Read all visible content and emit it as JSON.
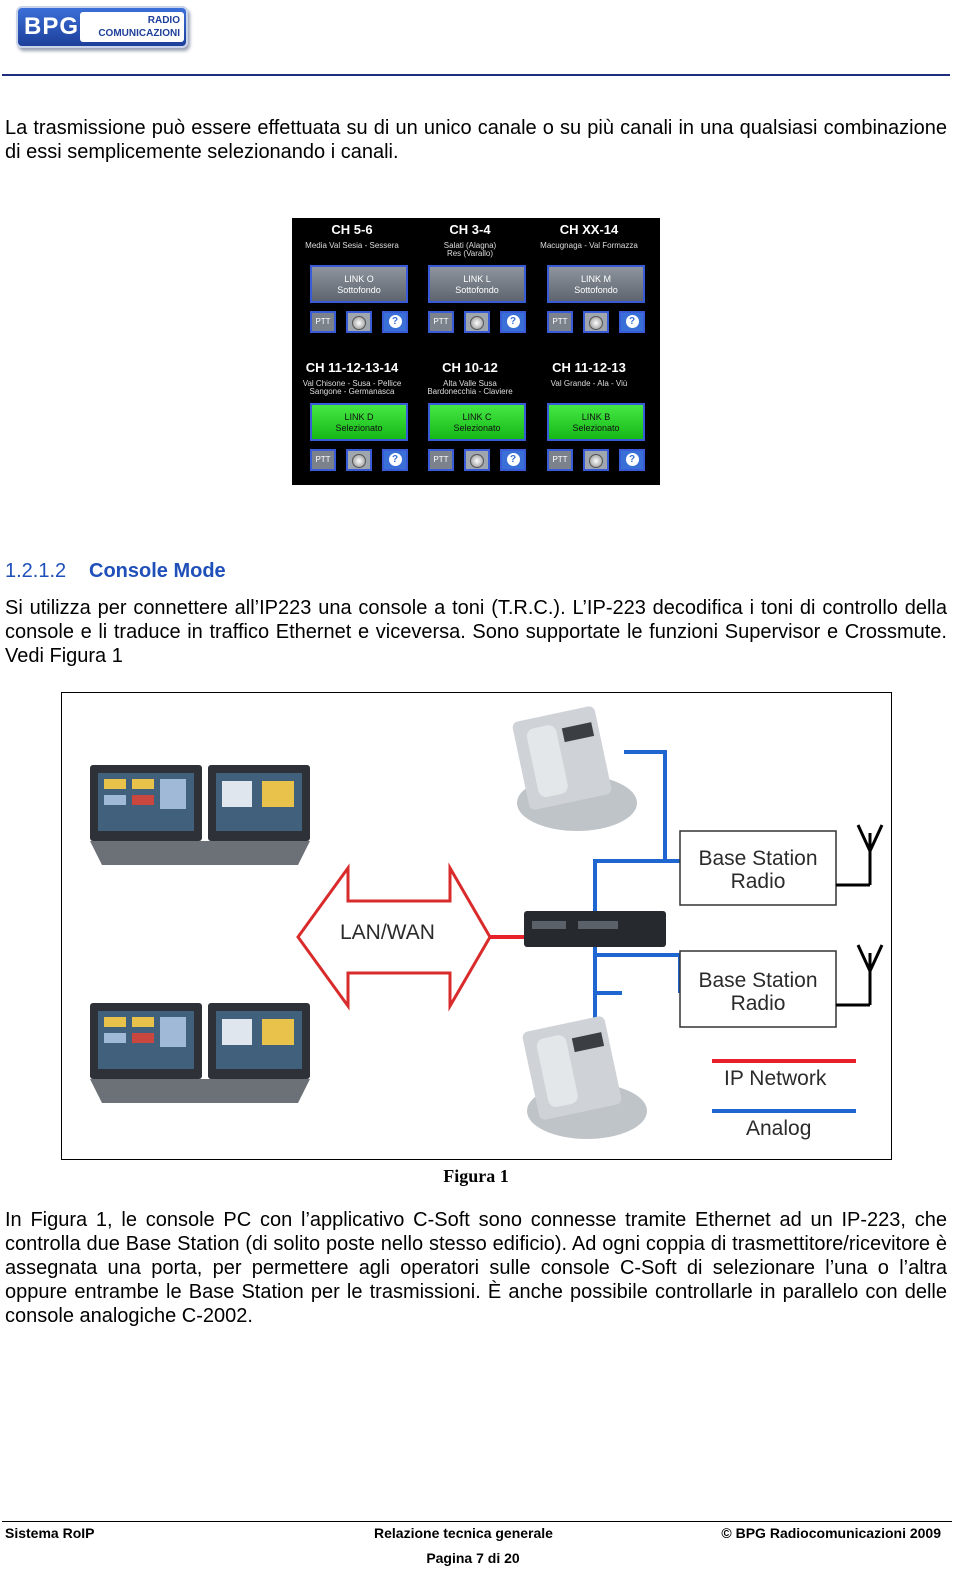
{
  "header": {
    "logo_main": "BPG",
    "logo_line1": "RADIO",
    "logo_line2": "COMUNICAZIONI"
  },
  "intro_text": "La trasmissione può essere effettuata su di un unico canale o su più canali in una qualsiasi combinazione di essi semplicemente selezionando i canali.",
  "channel_panel": {
    "cells": [
      {
        "channel": "CH 5-6",
        "area_1": "Media Val Sesia - Sessera",
        "area_2": "",
        "link": "LINK O",
        "status": "Sottofondo",
        "selected": false,
        "button": "PTT"
      },
      {
        "channel": "CH 3-4",
        "area_1": "Salati (Alagna)",
        "area_2": "Res (Varallo)",
        "link": "LINK L",
        "status": "Sottofondo",
        "selected": false,
        "button": "PTT"
      },
      {
        "channel": "CH XX-14",
        "area_1": "Macugnaga - Val Formazza",
        "area_2": "",
        "link": "LINK M",
        "status": "Sottofondo",
        "selected": false,
        "button": "PTT"
      },
      {
        "channel": "CH 11-12-13-14",
        "area_1": "Val Chisone - Susa - Pellice",
        "area_2": "Sangone - Germanasca",
        "link": "LINK D",
        "status": "Selezionato",
        "selected": true,
        "button": "PTT"
      },
      {
        "channel": "CH 10-12",
        "area_1": "Alta Valle Susa",
        "area_2": "Bardonecchia - Claviere",
        "link": "LINK C",
        "status": "Selezionato",
        "selected": true,
        "button": "PTT"
      },
      {
        "channel": "CH 11-12-13",
        "area_1": "Val Grande - Ala - Viù",
        "area_2": "",
        "link": "LINK B",
        "status": "Selezionato",
        "selected": true,
        "button": "PTT"
      }
    ]
  },
  "section": {
    "number": "1.2.1.2",
    "title": "Console Mode"
  },
  "section_text": "Si utilizza per connettere all’IP223 una console a toni (T.R.C.). L’IP-223 decodifica i toni di controllo della console e li traduce in traffico Ethernet e viceversa. Sono supportate le funzioni Supervisor e Crossmute. Vedi Figura 1",
  "figure": {
    "lan_label": "LAN/WAN",
    "base_station_1": [
      "Base Station",
      "Radio"
    ],
    "base_station_2": [
      "Base Station",
      "Radio"
    ],
    "legend_ip": "IP Network",
    "legend_analog": "Analog",
    "colors": {
      "ip": "#e8202a",
      "analog": "#1f66d1"
    },
    "caption": "Figura 1"
  },
  "body_text_1": "In Figura 1, le console PC con l’applicativo C-Soft sono connesse tramite Ethernet ad un IP-223, che controlla due Base Station (di solito poste nello stesso edificio). Ad ogni coppia di trasmettitore/ricevitore è assegnata una porta, per permettere agli operatori sulle console C-Soft di selezionare l’una o l’altra oppure entrambe le Base Station per le trasmissioni.",
  "body_text_2": "È anche possibile controllarle in parallelo con delle console analogiche C-2002.",
  "footer": {
    "left": "Sistema RoIP",
    "center": "Relazione tecnica generale",
    "right": "© BPG Radiocomunicazioni 2009",
    "page": "Pagina 7 di 20"
  }
}
